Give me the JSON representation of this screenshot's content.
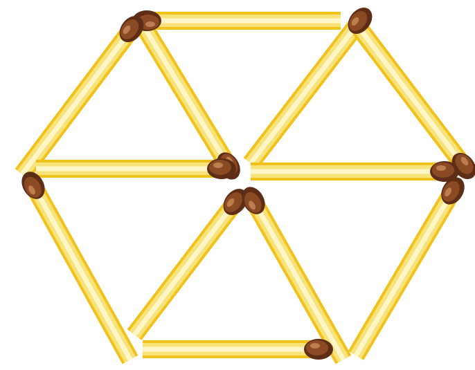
{
  "puzzle": {
    "colors": {
      "stick_outer": "#f2c21c",
      "stick_body": "#f8e27a",
      "stick_highlight": "#fff6c8",
      "head_dark": "#5e2d16",
      "head_mid": "#8a4a24",
      "head_light": "#c98a5a",
      "background": "#ffffff"
    },
    "matchsticks": [
      {
        "id": "top"
      },
      {
        "id": "upper-left-outer"
      },
      {
        "id": "upper-left-inner"
      },
      {
        "id": "upper-right-inner"
      },
      {
        "id": "upper-right-outer"
      },
      {
        "id": "middle-left"
      },
      {
        "id": "middle-right"
      },
      {
        "id": "lower-left-outer"
      },
      {
        "id": "lower-left-inner"
      },
      {
        "id": "lower-right-inner"
      },
      {
        "id": "lower-right-outer"
      },
      {
        "id": "bottom"
      }
    ]
  }
}
